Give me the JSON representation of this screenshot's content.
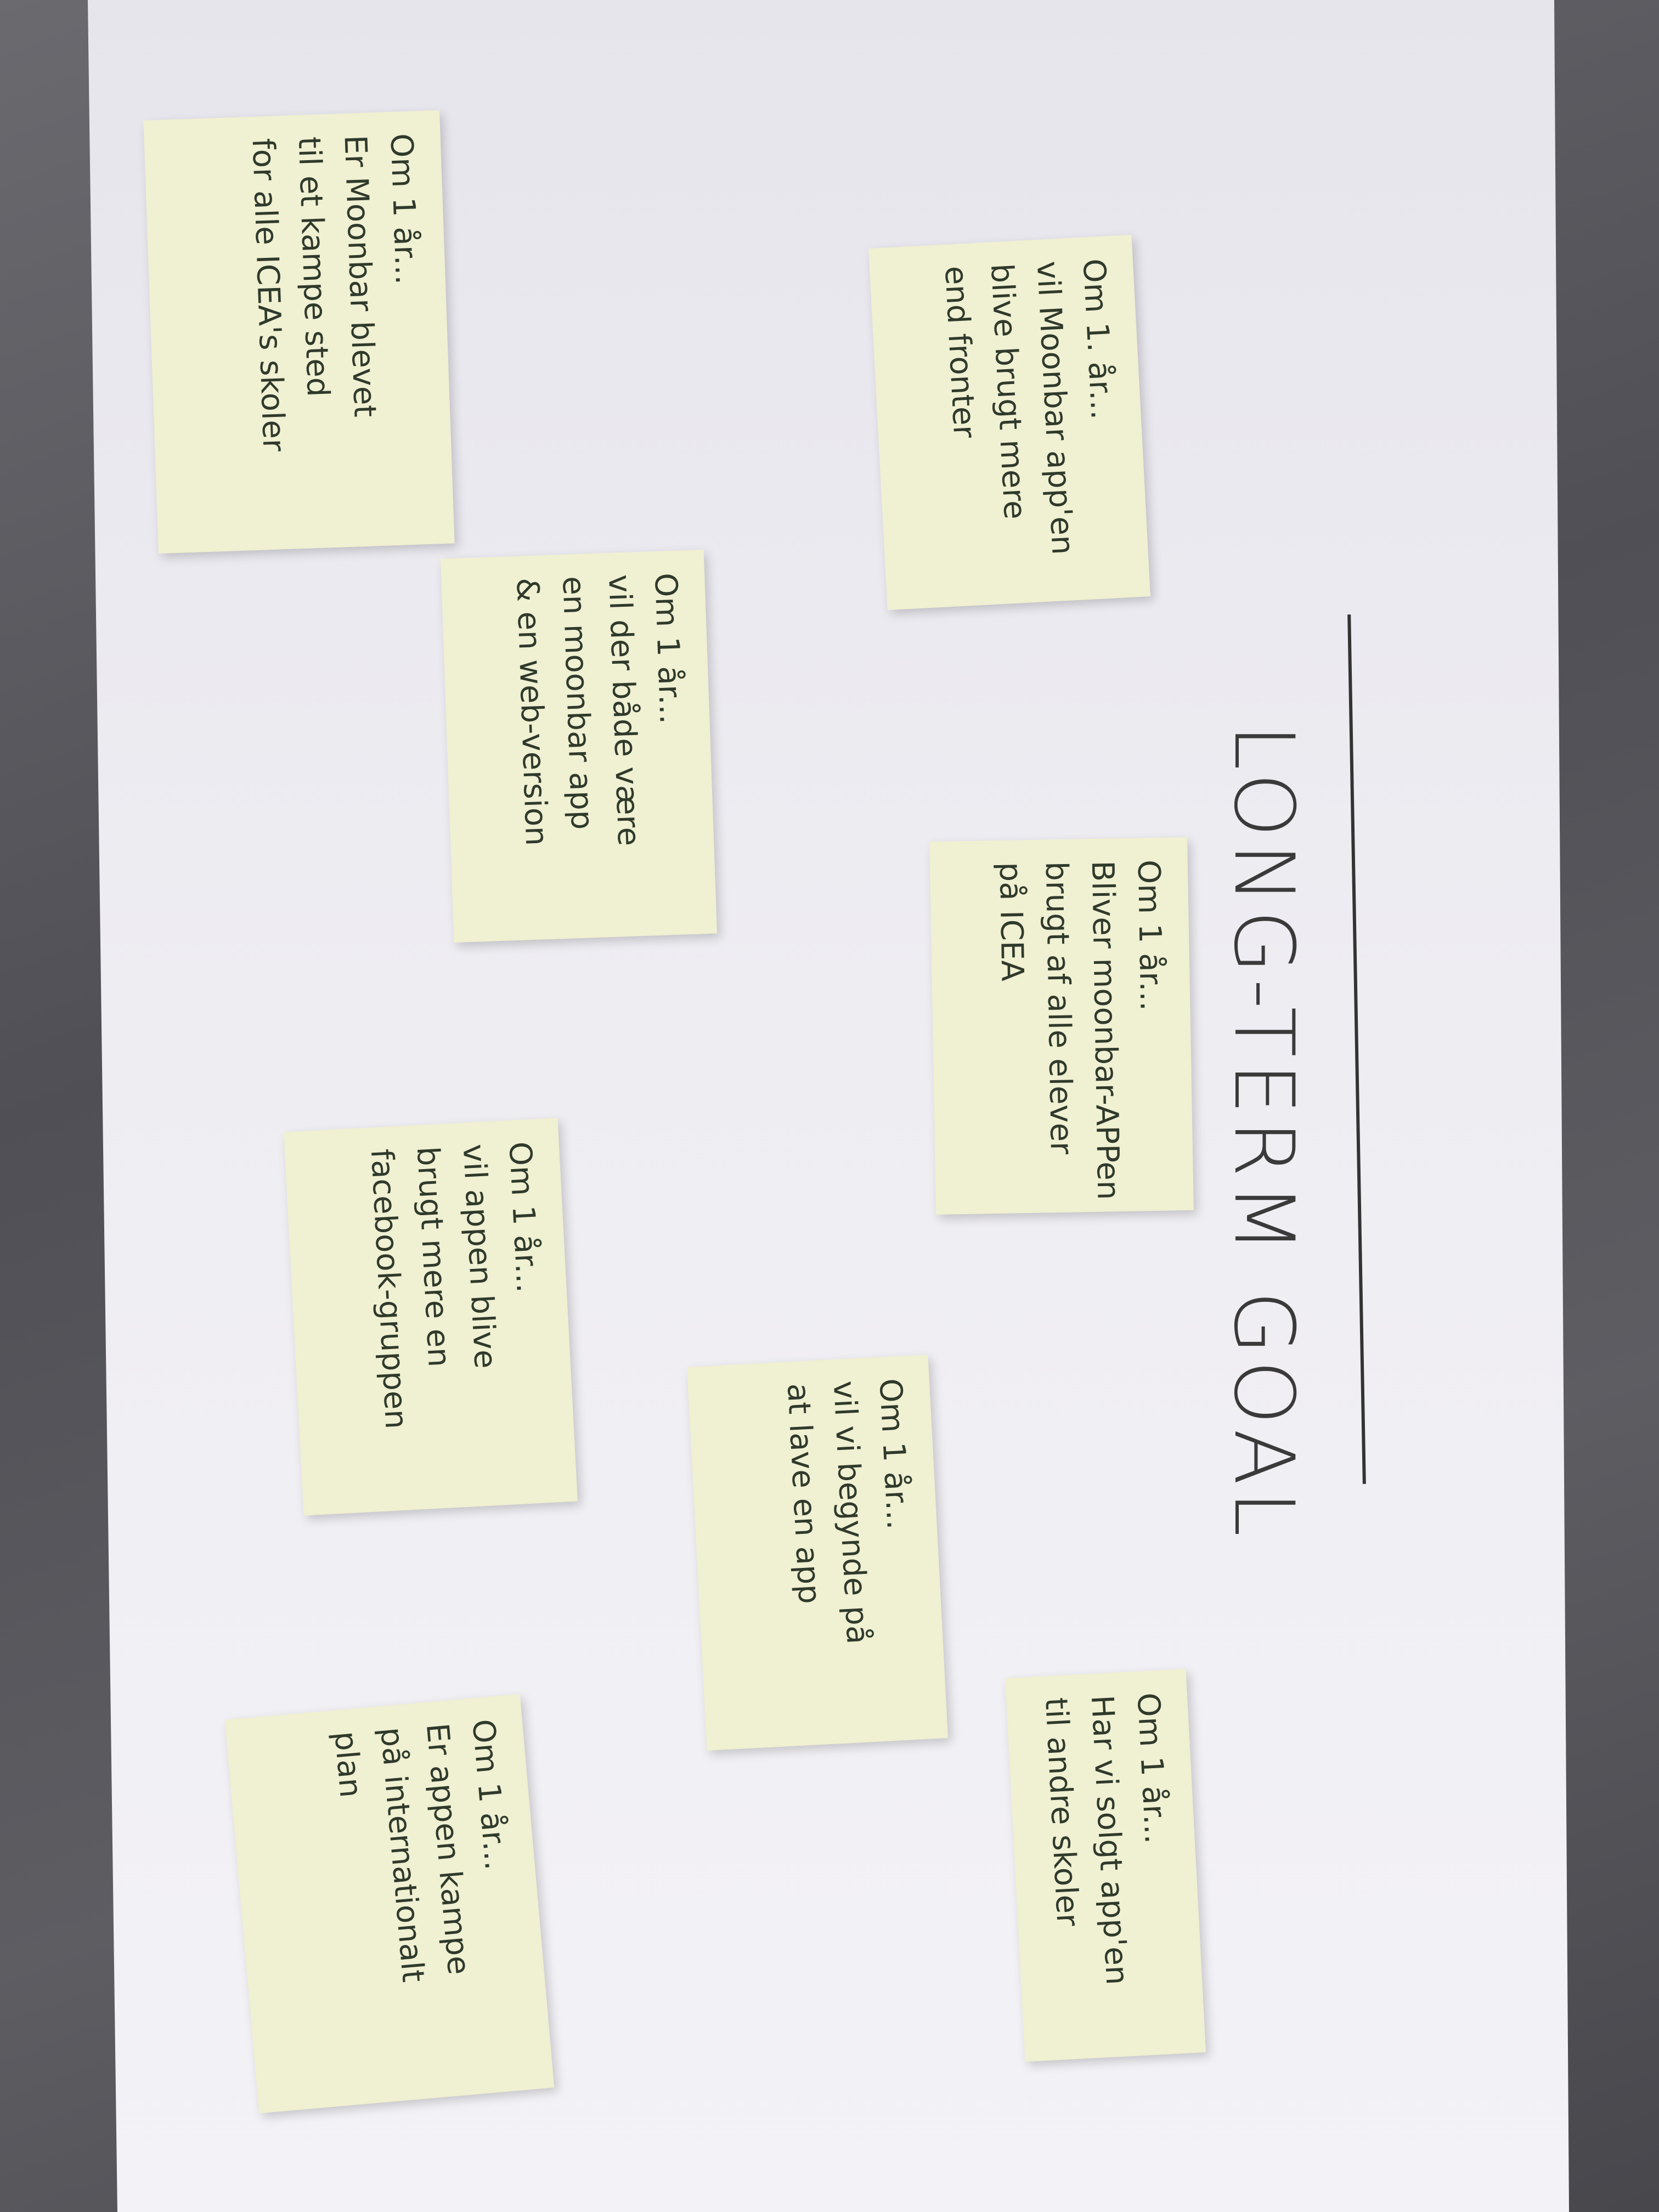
{
  "poster": {
    "title": "LONG-TERM GOAL"
  },
  "notes": [
    {
      "heading": "Om 1 år...",
      "lines": [
        "Er Moonbar blevet",
        "til et kampe sted",
        "for alle ICEA's skoler"
      ]
    },
    {
      "heading": "Om 1. år...",
      "lines": [
        "vil Moonbar app'en",
        "blive brugt mere",
        "end fronter"
      ]
    },
    {
      "heading": "Om 1 år...",
      "lines": [
        "vil der både være",
        "en moonbar app",
        "& en web-version"
      ]
    },
    {
      "heading": "Om 1 år...",
      "lines": [
        "Bliver moonbar-APPen",
        "brugt af alle elever",
        "på ICEA"
      ]
    },
    {
      "heading": "Om 1 år...",
      "lines": [
        "vil appen blive",
        "brugt mere en",
        "facebook-gruppen"
      ]
    },
    {
      "heading": "Om 1 år...",
      "lines": [
        "vil vi begynde på",
        "at lave en app"
      ]
    },
    {
      "heading": "Om 1 år...",
      "lines": [
        "Er appen kampe",
        "på internationalt",
        "plan"
      ]
    },
    {
      "heading": "Om 1 år...",
      "lines": [
        "Har vi solgt app'en",
        "til andre skoler"
      ]
    }
  ]
}
